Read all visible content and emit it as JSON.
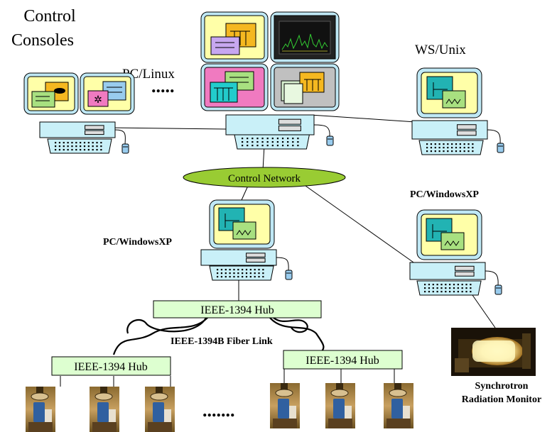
{
  "title": {
    "line1": "Control",
    "line2": "Consoles"
  },
  "labels": {
    "pc_linux": "PC/Linux",
    "ws_unix": "WS/Unix",
    "ellipsis_top": ".....",
    "control_network": "Control Network",
    "pc_windows_left": "PC/WindowsXP",
    "pc_windows_right": "PC/WindowsXP",
    "hub_main": "IEEE-1394 Hub",
    "hub_left": "IEEE-1394 Hub",
    "hub_right": "IEEE-1394 Hub",
    "fiber_link": "IEEE-1394B Fiber Link",
    "ellipsis_bottom": ".......",
    "monitor_line1": "Synchrotron",
    "monitor_line2": "Radiation Monitor"
  },
  "colors": {
    "screen_bg": "#ffffa8",
    "monitor_frame": "#bfe8f5",
    "computer_body": "#c9f0f8",
    "keyboard": "#c9f0f8",
    "network_ellipse": "#99cc33",
    "hub_fill": "#ddffd0",
    "window_yellow": "#f5b820",
    "window_purple": "#c7a7f0",
    "window_teal": "#22b3b3",
    "window_green": "#a8e080",
    "window_blue": "#99ccee",
    "window_pink": "#f07ac0",
    "mouse": "#99ccee"
  },
  "icons": {
    "computers": [
      "computer-icon",
      "monitor-icon",
      "keyboard-icon",
      "mouse-icon"
    ],
    "cameras": "camera-photo",
    "monitor_device": "radiation-monitor-photo"
  }
}
